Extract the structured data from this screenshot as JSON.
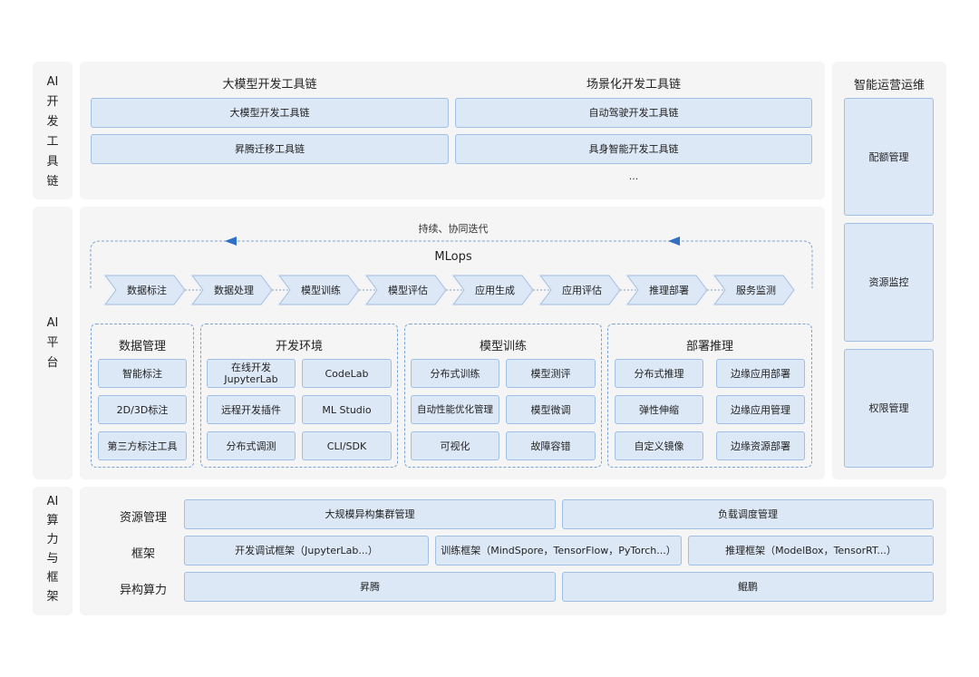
{
  "left_labels": {
    "toolchain": "AI\n开\n发\n工\n具\n链",
    "platform": "AI\n平\n台",
    "compute": "AI\n算\n力\n与\n框\n架"
  },
  "toolchain": {
    "llm_title": "大模型开发工具链",
    "scene_title": "场景化开发工具链",
    "llm_items": [
      "大模型开发工具链",
      "昇腾迁移工具链"
    ],
    "scene_items": [
      "自动驾驶开发工具链",
      "具身智能开发工具链"
    ],
    "ellipsis": "..."
  },
  "platform": {
    "loop_label": "持续、协同迭代",
    "mlops_label": "MLops",
    "pipeline": [
      "数据标注",
      "数据处理",
      "模型训练",
      "模型评估",
      "应用生成",
      "应用评估",
      "推理部署",
      "服务监测"
    ],
    "data_mgmt": {
      "title": "数据管理",
      "items": [
        "智能标注",
        "2D/3D标注",
        "第三方标注工具"
      ]
    },
    "dev_env": {
      "title": "开发环境",
      "items": [
        "在线开发\nJupyterLab",
        "CodeLab",
        "远程开发插件",
        "ML Studio",
        "分布式调测",
        "CLI/SDK"
      ]
    },
    "training": {
      "title": "模型训练",
      "items": [
        "分布式训练",
        "模型测评",
        "自动性能优化管理",
        "模型微调",
        "可视化",
        "故障容错"
      ]
    },
    "deploy": {
      "title": "部署推理",
      "items": [
        "分布式推理",
        "边缘应用部署",
        "弹性伸缩",
        "边缘应用管理",
        "自定义镜像",
        "边缘资源部署"
      ]
    }
  },
  "ops": {
    "title": "智能运营运维",
    "items": [
      "配额管理",
      "资源监控",
      "权限管理"
    ]
  },
  "compute": {
    "rows": [
      {
        "label": "资源管理",
        "items": [
          "大规模异构集群管理",
          "负载调度管理"
        ]
      },
      {
        "label": "框架",
        "items": [
          "开发调试框架（JupyterLab...）",
          "训练框架（MindSpore，TensorFlow，PyTorch...）",
          "推理框架（ModelBox，TensorRT...）"
        ]
      },
      {
        "label": "异构算力",
        "items": [
          "昇腾",
          "鲲鹏"
        ]
      }
    ]
  },
  "colors": {
    "box_fill": "#dde8f6",
    "box_border": "#9fbfe3",
    "panel": "#f5f5f5",
    "accent": "#2f6fc6"
  }
}
